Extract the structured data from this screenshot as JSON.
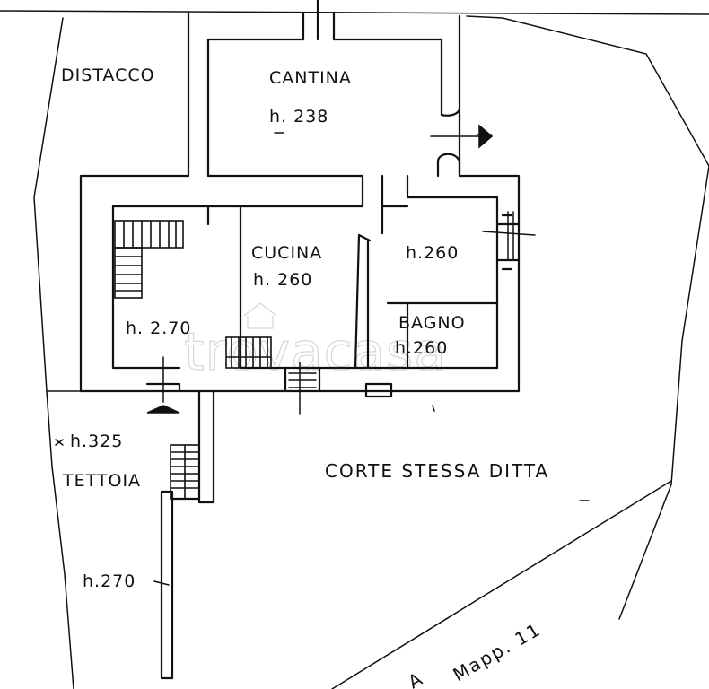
{
  "rooms": {
    "distacco": "DISTACCO",
    "cantina": "CANTINA",
    "cantina_height": "h. 238",
    "room_right_height": "h.260",
    "cucina": "CUCINA",
    "cucina_height": "h. 260",
    "left_room_height": "h. 2.70",
    "bagno": "BAGNO",
    "bagno_height": "h.260",
    "tettoia_height": "h.325",
    "tettoia": "TETTOIA",
    "lower_height": "h.270",
    "corte": "CORTE  STESSA DITTA",
    "mapp": "Mapp.  11",
    "mapp_prefix": "A"
  },
  "watermark": "trovacasa"
}
